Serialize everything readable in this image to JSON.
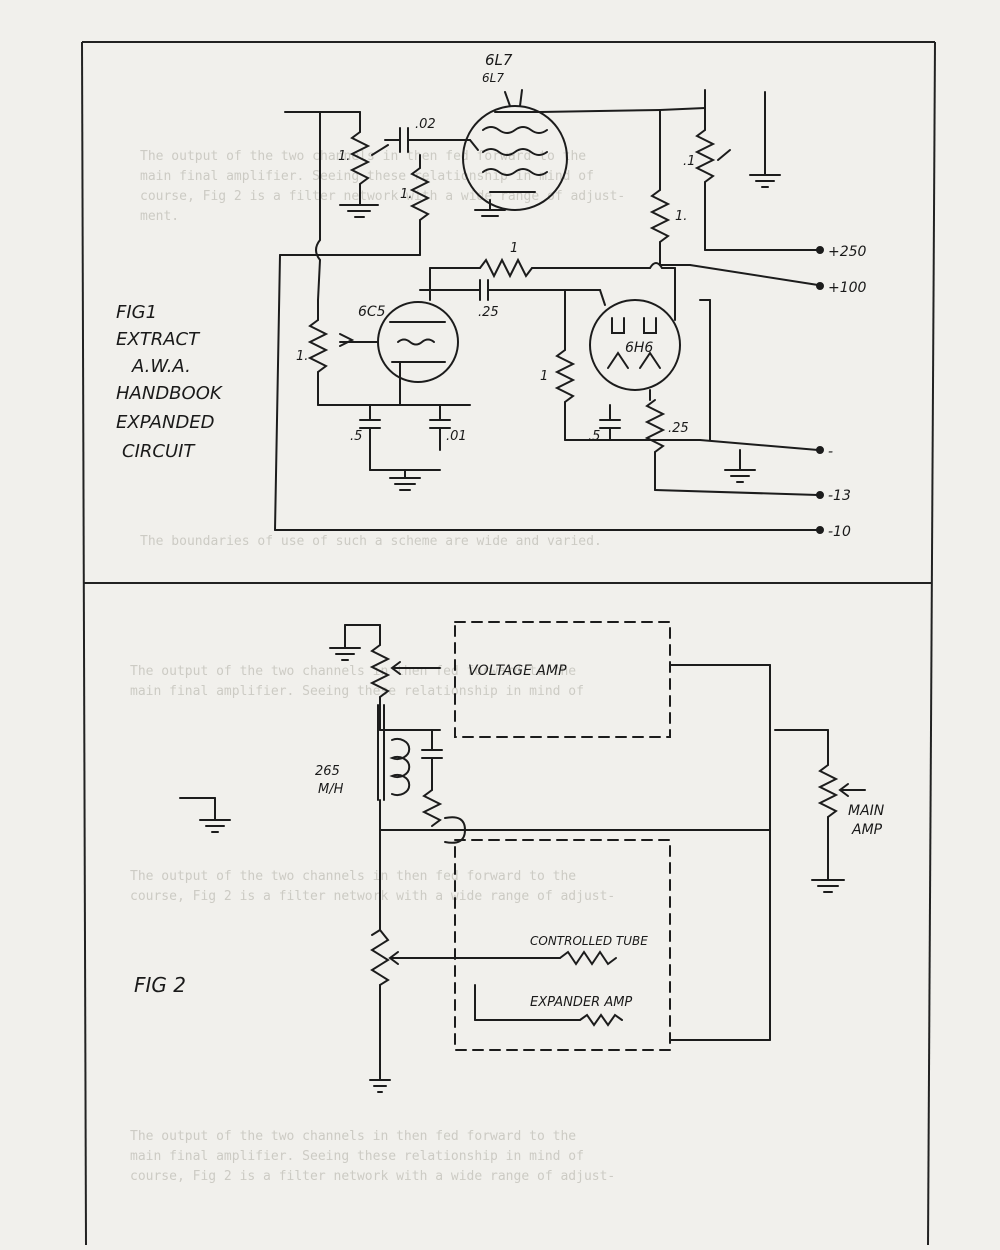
{
  "fig1": {
    "caption_lines": [
      "FIG1",
      "EXTRACT",
      "A.W.A.",
      "HANDBOOK",
      "EXPANDED",
      "CIRCUIT"
    ],
    "tube_top": "6L7",
    "tube_top_alt": "6L7",
    "tube_left": "6C5",
    "tube_right": "6H6",
    "components": {
      "cap_02": ".02",
      "res_1_a": "1.",
      "res_1_b": "1.",
      "res_1_c": "1.",
      "res_1_d": ".1",
      "res_1_e": "1",
      "cap_25": ".25",
      "res_1_pot": "1.",
      "cap_5_left": ".5",
      "cap_01": ".01",
      "res_1_right": "1",
      "cap_5_right": ".5",
      "res_25": ".25"
    },
    "terminals": [
      "+250",
      "+100",
      "-",
      "-13",
      "-10"
    ]
  },
  "fig2": {
    "caption": "FIG 2",
    "voltage_amp": "VOLTAGE  AMP",
    "inductor": [
      "265",
      "M/H"
    ],
    "main_amp": [
      "MAIN",
      "AMP"
    ],
    "controlled_tube": "CONTROLLED TUBE",
    "expander_amp": "EXPANDER AMP"
  },
  "background_text": [
    "The output of the two channels in then fed forward to the",
    "main final amplifier. Seeing these relationship in mind of",
    "course, Fig 2 is a filter network with a wide range of adjust-",
    "ment.",
    "The boundaries of use of such a scheme are wide and varied."
  ]
}
